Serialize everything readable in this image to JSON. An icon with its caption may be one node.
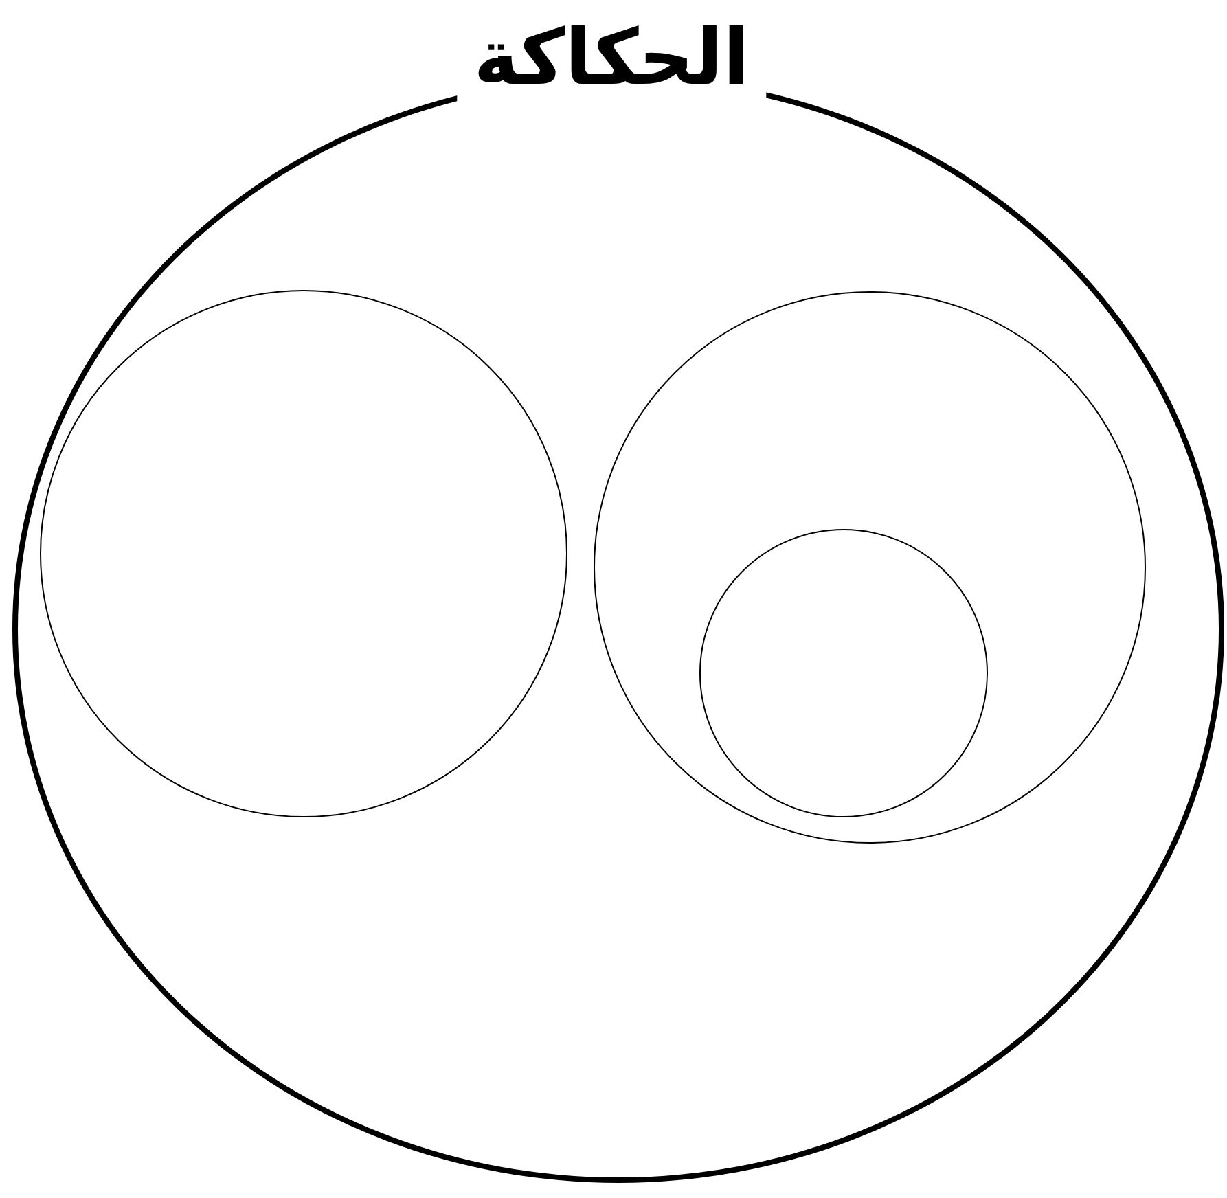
{
  "diagram": {
    "nodes": [
      {
        "text": [
          "الحكاكة"
        ]
      },
      {
        "text": [],
        "shape": "circle",
        "in": 0
      },
      {
        "text": [],
        "shape": "circle",
        "in": 0
      },
      {
        "text": [],
        "shape": "circle",
        "in": 2
      }
    ]
  }
}
